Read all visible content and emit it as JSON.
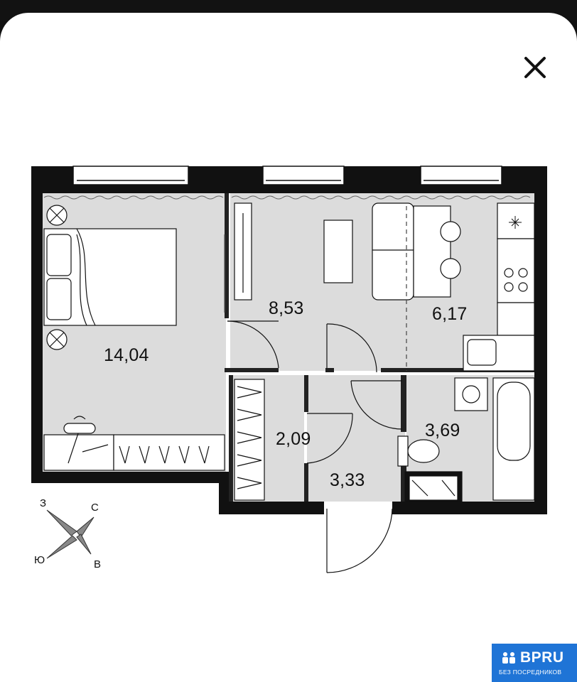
{
  "window": {
    "close_icon": "close-icon"
  },
  "rooms": [
    {
      "id": "bedroom",
      "area": "14,04"
    },
    {
      "id": "hall",
      "area": "8,53"
    },
    {
      "id": "kitchen",
      "area": "6,17"
    },
    {
      "id": "closet",
      "area": "2,09"
    },
    {
      "id": "entrance",
      "area": "3,33"
    },
    {
      "id": "bathroom",
      "area": "3,69"
    }
  ],
  "compass": {
    "west": "З",
    "north": "С",
    "south": "Ю",
    "east": "В"
  },
  "watermark": {
    "name": "BPRU",
    "subtitle": "БЕЗ ПОСРЕДНИКОВ",
    "icon": "people-icon"
  },
  "colors": {
    "room_fill": "#dcdcdc",
    "wall": "#111111",
    "badge": "#1f74d6"
  }
}
